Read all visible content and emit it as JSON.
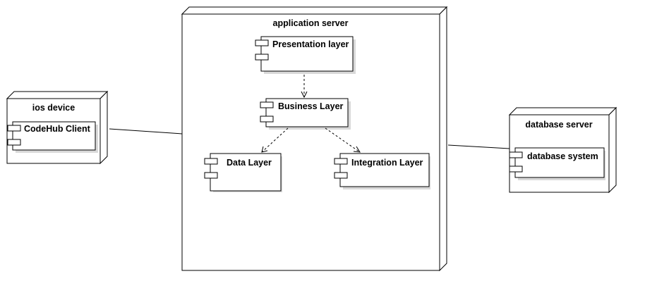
{
  "nodes": {
    "ios_device": {
      "label": "ios device"
    },
    "application_server": {
      "label": "application server"
    },
    "database_server": {
      "label": "database server"
    }
  },
  "components": {
    "codehub_client": {
      "label": "CodeHub Client"
    },
    "presentation_layer": {
      "label": "Presentation layer"
    },
    "business_layer": {
      "label": "Business Layer"
    },
    "data_layer": {
      "label": "Data Layer"
    },
    "integration_layer": {
      "label": "Integration Layer"
    },
    "database_system": {
      "label": "database system"
    }
  }
}
